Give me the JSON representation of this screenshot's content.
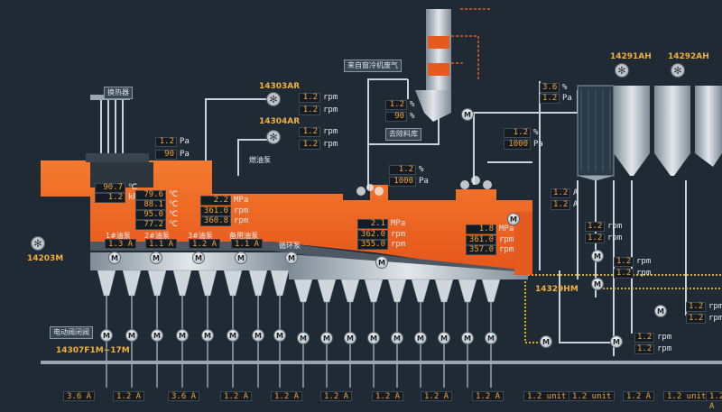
{
  "colors": {
    "background": "#1f2a35",
    "accent": "#f2a33a",
    "hot": "#f26522",
    "pipe": "#c9d2da",
    "equipment": "#bcc5cd"
  },
  "equipment": {
    "heat_exchanger": "换热器",
    "oil_pump_fuel": "燃油泵",
    "cold_air": "来自窗冷机废气",
    "dust_collector": "去除料库",
    "pump_1": "1#油泵",
    "pump_2": "2#油泵",
    "pump_3": "3#油泵",
    "pump_spare": "备用油泵",
    "circ_pump": "循环泵",
    "motor_valve": "电动阀闭阀"
  },
  "tags": {
    "t14303AR": "14303AR",
    "t14304AR": "14304AR",
    "t14203M": "14203M",
    "t14307": "14307F1M~17M",
    "t14329HM": "14329HM",
    "t14291AH": "14291AH",
    "t14292AH": "14292AH"
  },
  "readings": {
    "fan1_a": {
      "value": "1.2",
      "unit": "rpm"
    },
    "fan1_b": {
      "value": "1.2",
      "unit": "rpm"
    },
    "fan2_a": {
      "value": "1.2",
      "unit": "rpm"
    },
    "fan2_b": {
      "value": "1.2",
      "unit": "rpm"
    },
    "kiln_pa": {
      "value": "1.2",
      "unit": "Pa"
    },
    "kiln_pa2": {
      "value": "90",
      "unit": "Pa"
    },
    "temp1": {
      "value": "90.7",
      "unit": "℃"
    },
    "kpa": {
      "value": "1.2",
      "unit": "kPa"
    },
    "t2": {
      "value": "79.6",
      "unit": "℃"
    },
    "t3": {
      "value": "88.1",
      "unit": "℃"
    },
    "t4": {
      "value": "95.0",
      "unit": "℃"
    },
    "t5": {
      "value": "77.2",
      "unit": "℃"
    },
    "mpa1": {
      "value": "2.2",
      "unit": "MPa"
    },
    "rpm361": {
      "value": "361.0",
      "unit": "rpm"
    },
    "rpm3608": {
      "value": "360.8",
      "unit": "rpm"
    },
    "mpa2": {
      "value": "2.1",
      "unit": "MPa"
    },
    "rpm362": {
      "value": "362.0",
      "unit": "rpm"
    },
    "rpm355": {
      "value": "355.0",
      "unit": "rpm"
    },
    "mpa3": {
      "value": "1.8",
      "unit": "MPa"
    },
    "rpm361b": {
      "value": "361.0",
      "unit": "rpm"
    },
    "rpm357": {
      "value": "357.0",
      "unit": "rpm"
    },
    "duct_pct1": {
      "value": "1.2",
      "unit": "%"
    },
    "duct_pct2": {
      "value": "90",
      "unit": "%"
    },
    "mid_pct": {
      "value": "1.2",
      "unit": "%"
    },
    "mid_pa": {
      "value": "1000",
      "unit": "Pa"
    },
    "r_pct": {
      "value": "1.2",
      "unit": "%"
    },
    "r_pa": {
      "value": "1000",
      "unit": "Pa"
    },
    "silo_pct": {
      "value": "3.6",
      "unit": "%"
    },
    "silo_pa": {
      "value": "1.2",
      "unit": "Pa"
    },
    "r_a1": {
      "value": "1.2",
      "unit": "A"
    },
    "r_a2": {
      "value": "1.2",
      "unit": "A"
    },
    "r_rpm1": {
      "value": "1.2",
      "unit": "rpm"
    },
    "r_rpm2": {
      "value": "1.2",
      "unit": "rpm"
    },
    "r_rpm3": {
      "value": "1.2",
      "unit": "rpm"
    },
    "r_rpm4": {
      "value": "1.2",
      "unit": "rpm"
    },
    "r_rpm5": {
      "value": "1.2",
      "unit": "rpm"
    },
    "r_rpm6": {
      "value": "1.2",
      "unit": "rpm"
    },
    "r_rpm7": {
      "value": "1.2",
      "unit": "rpm"
    },
    "r_rpm8": {
      "value": "1.2",
      "unit": "rpm"
    }
  },
  "pump_amps": [
    "1.3 A",
    "1.1 A",
    "1.2 A",
    "1.1 A"
  ],
  "bottom_amps": [
    "3.6 A",
    "1.2 A",
    "3.6 A",
    "1.2 A",
    "1.2 A",
    "1.2 A",
    "1.2 A",
    "1.2 A",
    "1.2 A",
    "1.2 unit",
    "1.2 unit",
    "1.2 A",
    "1.2 unit",
    "1.2 A"
  ],
  "motor_letter": "M"
}
